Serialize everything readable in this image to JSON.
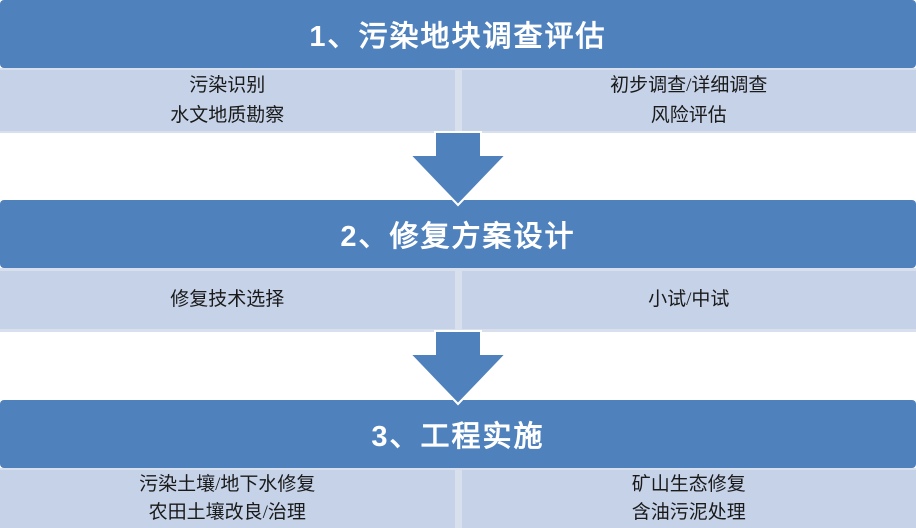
{
  "diagram": {
    "title_semantic": "site-remediation-process-flowchart",
    "colors": {
      "header_bg": "#4F81BD",
      "cell_bg": "#C5D2E8",
      "divider": "#D8DFED",
      "arrow": "#4F81BD",
      "header_text": "#FFFFFF",
      "cell_text": "#1A1A1A"
    },
    "arrows": [
      {
        "icon": "down-arrow-icon"
      },
      {
        "icon": "down-arrow-icon"
      }
    ],
    "sections": [
      {
        "header": "1、污染地块调查评估",
        "left_items": [
          "污染识别",
          "水文地质勘察"
        ],
        "right_items": [
          "初步调查/详细调查",
          "风险评估"
        ]
      },
      {
        "header": "2、修复方案设计",
        "left_items": [
          "修复技术选择"
        ],
        "right_items": [
          "小试/中试"
        ]
      },
      {
        "header": "3、工程实施",
        "left_items": [
          "污染土壤/地下水修复",
          "农田土壤改良/治理"
        ],
        "right_items": [
          "矿山生态修复",
          "含油污泥处理"
        ]
      }
    ]
  }
}
